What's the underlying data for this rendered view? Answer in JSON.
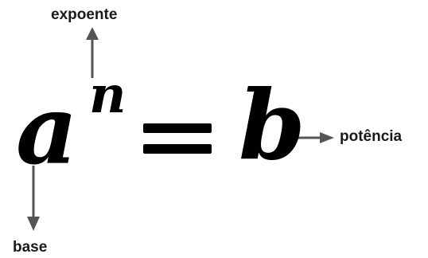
{
  "labels": {
    "exponent": "expoente",
    "base": "base",
    "power": "potência"
  },
  "equation": {
    "base_symbol": "a",
    "exponent_symbol": "n",
    "result_symbol": "b"
  },
  "colors": {
    "arrow": "#555555",
    "text": "#1a1a1a",
    "symbol": "#000000"
  }
}
